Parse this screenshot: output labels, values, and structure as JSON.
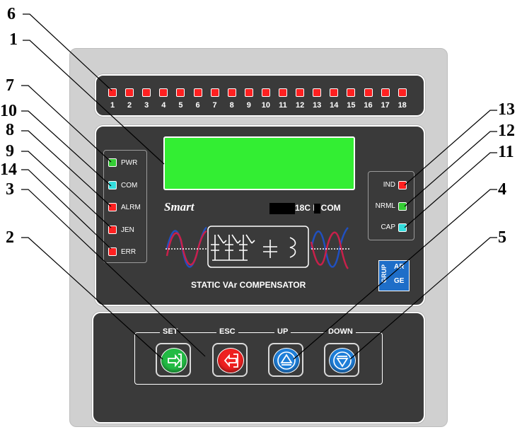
{
  "colors": {
    "led_red": "#ff2020",
    "led_green": "#33cc33",
    "led_cyan": "#33dddd",
    "lcd_green": "#33ee33",
    "panel_dark": "#3a3a3a",
    "wave_red": "#c8204a",
    "wave_blue": "#2050c0",
    "btn_set": "#22bb44",
    "btn_esc": "#ee2020",
    "btn_up": "#1e7ed8",
    "btn_down": "#1e7ed8"
  },
  "step_leds": [
    "1",
    "2",
    "3",
    "4",
    "5",
    "6",
    "7",
    "8",
    "9",
    "10",
    "11",
    "12",
    "13",
    "14",
    "15",
    "16",
    "17",
    "18"
  ],
  "left_indicators": [
    {
      "label": "PWR",
      "color": "green"
    },
    {
      "label": "COM",
      "color": "cyan"
    },
    {
      "label": "ALRM",
      "color": "red"
    },
    {
      "label": "JEN",
      "color": "red"
    },
    {
      "label": "ERR",
      "color": "red"
    }
  ],
  "right_indicators": [
    {
      "label": "IND",
      "color": "red"
    },
    {
      "label": "NRML",
      "color": "green"
    },
    {
      "label": "CAP",
      "color": "cyan"
    }
  ],
  "brand": {
    "script": "Smart",
    "model": "18C L-COM",
    "subtitle": "STATIC VAr COMPENSATOR",
    "logo_left": "GRUP",
    "logo_top": "AR",
    "logo_bottom": "GE"
  },
  "keys": [
    {
      "label": "SET",
      "icon": "enter-icon"
    },
    {
      "label": "ESC",
      "icon": "exit-icon"
    },
    {
      "label": "UP",
      "icon": "up-arrow-icon"
    },
    {
      "label": "DOWN",
      "icon": "down-arrow-icon"
    }
  ],
  "callouts": [
    "6",
    "1",
    "7",
    "10",
    "8",
    "9",
    "14",
    "3",
    "2",
    "13",
    "12",
    "11",
    "4",
    "5"
  ]
}
